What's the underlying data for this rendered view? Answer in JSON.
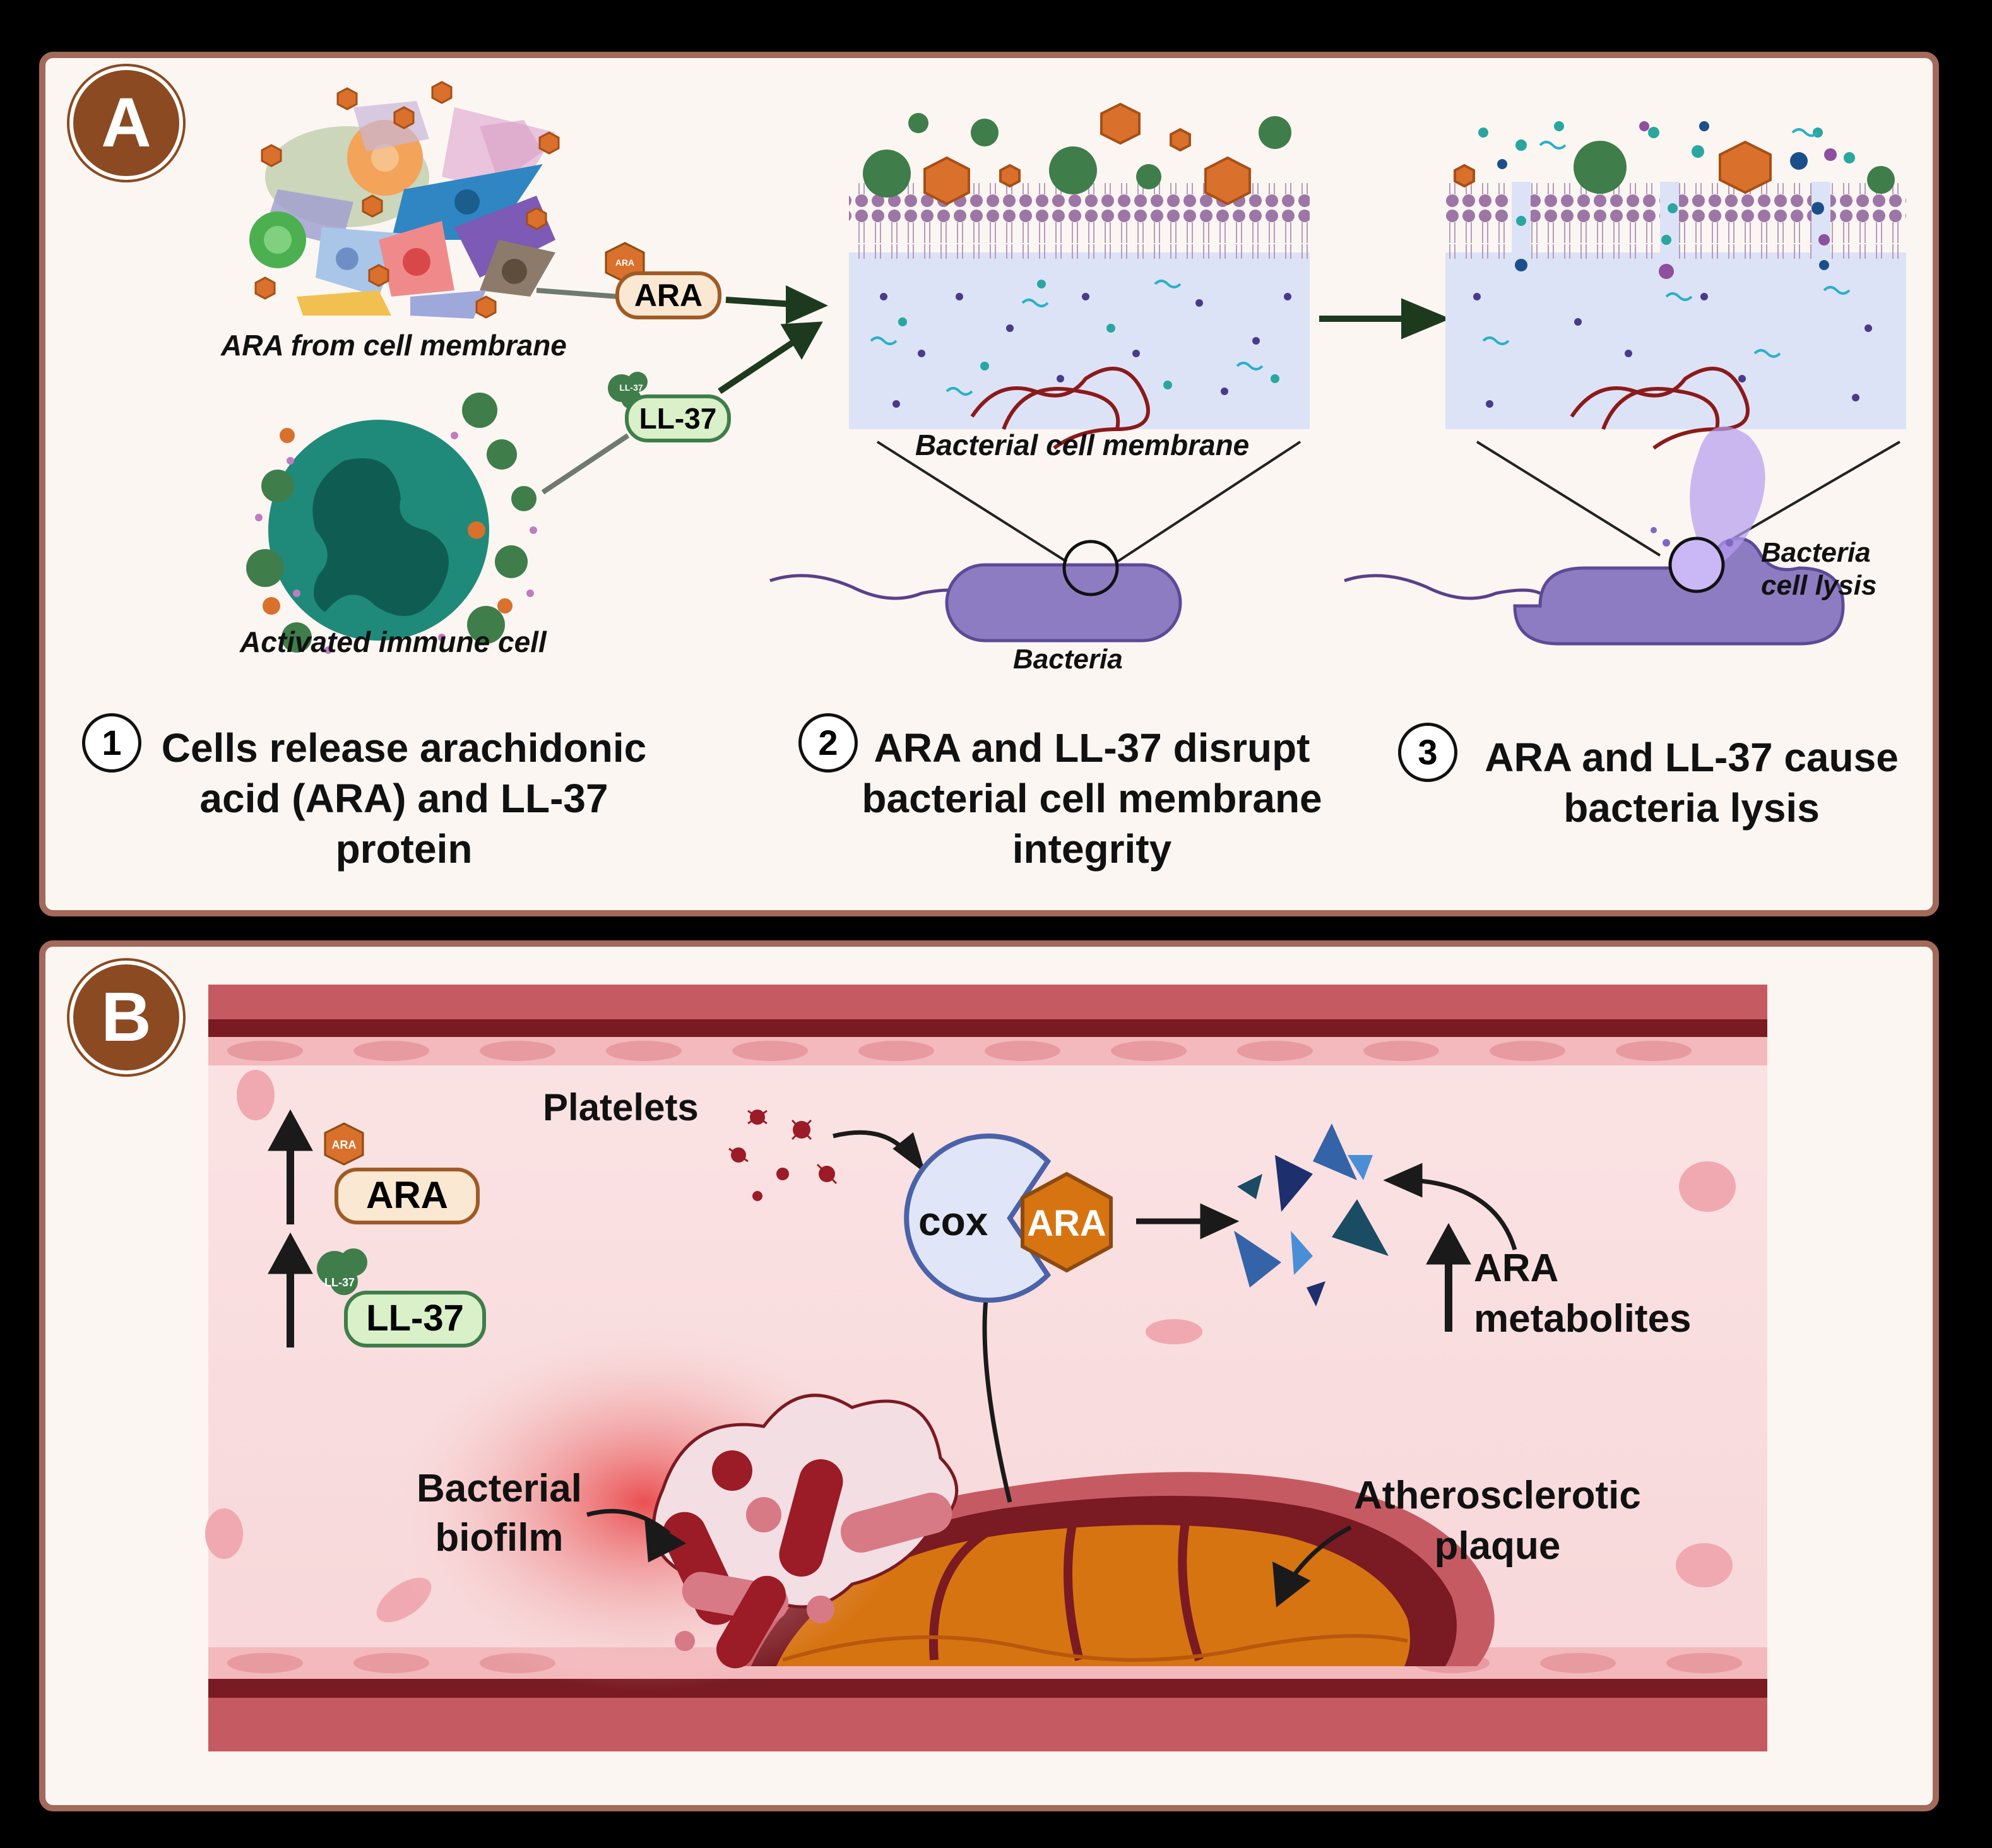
{
  "panel_a": {
    "badge": "A",
    "ara_source_label": "ARA from cell membrane",
    "immune_label": "Activated immune cell",
    "ara_pill": "ARA",
    "ll37_pill": "LL-37",
    "ara_small": "ARA",
    "ll37_small": "LL-37",
    "membrane_label": "Bacterial cell membrane",
    "bacteria_label": "Bacteria",
    "lysis_label_line1": "Bacteria",
    "lysis_label_line2": "cell lysis",
    "steps": [
      {
        "num": "1",
        "line1": "Cells release arachidonic",
        "line2": "acid (ARA) and LL-37",
        "line3": "protein"
      },
      {
        "num": "2",
        "line1": "ARA and LL-37 disrupt",
        "line2": "bacterial cell membrane",
        "line3": "integrity"
      },
      {
        "num": "3",
        "line1": "ARA and LL-37 cause",
        "line2": "bacteria lysis"
      }
    ]
  },
  "panel_b": {
    "badge": "B",
    "platelets_label": "Platelets",
    "ara_pill": "ARA",
    "ll37_pill": "LL-37",
    "ara_small": "ARA",
    "ll37_small": "LL-37",
    "cox_label": "cox",
    "cox_ara": "ARA",
    "metabolites_line1": "ARA",
    "metabolites_line2": "metabolites",
    "biofilm_line1": "Bacterial",
    "biofilm_line2": "biofilm",
    "plaque_line1": "Atherosclerotic",
    "plaque_line2": "plaque"
  },
  "colors": {
    "panel_border": "#a3695a",
    "badge": "#8b4a21",
    "ara_orange": "#c8692a",
    "ll37_green": "#3f7d4b",
    "vessel_red": "#c65a62",
    "plaque_orange": "#d77412",
    "bacteria_purple": "#8e7cc3",
    "metabolite_blue": "#3563a8"
  }
}
